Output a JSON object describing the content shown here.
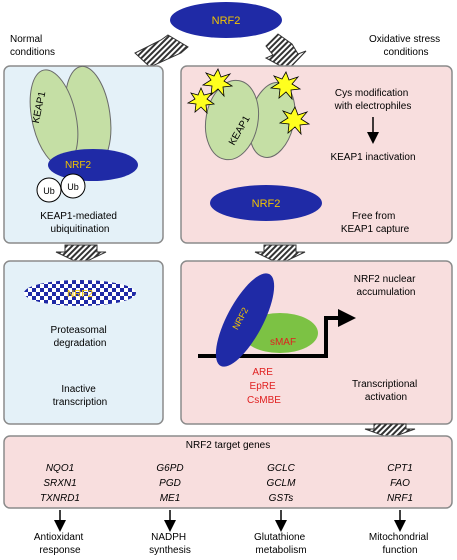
{
  "top": {
    "nrf2": "NRF2"
  },
  "left_panel": {
    "heading_line1": "Normal",
    "heading_line2": "conditions",
    "keap1": "KEAP1",
    "nrf2": "NRF2",
    "ub1": "Ub",
    "ub2": "Ub",
    "caption_line1": "KEAP1-mediated",
    "caption_line2": "ubiquitination"
  },
  "right_panel": {
    "heading_line1": "Oxidative stress",
    "heading_line2": "conditions",
    "keap1": "KEAP1",
    "cys_line1": "Cys modification",
    "cys_line2": "with electrophiles",
    "inactivation": "KEAP1 inactivation",
    "nrf2": "NRF2",
    "free_line1": "Free from",
    "free_line2": "KEAP1 capture"
  },
  "left_lower": {
    "nrf2": "NRF2",
    "proteasomal_line1": "Proteasomal",
    "proteasomal_line2": "degradation",
    "inactive_line1": "Inactive",
    "inactive_line2": "transcription"
  },
  "right_lower": {
    "accum_line1": "NRF2 nuclear",
    "accum_line2": "accumulation",
    "nrf2": "NRF2",
    "smaf": "sMAF",
    "are": "ARE",
    "epre": "EpRE",
    "csmbe": "CsMBE",
    "trans_line1": "Transcriptional",
    "trans_line2": "activation"
  },
  "targets": {
    "title": "NRF2 target genes",
    "columns": [
      {
        "genes": [
          "NQO1",
          "SRXN1",
          "TXNRD1"
        ],
        "outcome_line1": "Antioxidant",
        "outcome_line2": "response"
      },
      {
        "genes": [
          "G6PD",
          "PGD",
          "ME1"
        ],
        "outcome_line1": "NADPH",
        "outcome_line2": "synthesis"
      },
      {
        "genes": [
          "GCLC",
          "GCLM",
          "GSTs"
        ],
        "outcome_line1": "Glutathione",
        "outcome_line2": "metabolism"
      },
      {
        "genes": [
          "CPT1",
          "FAO",
          "NRF1"
        ],
        "outcome_line1": "Mitochondrial",
        "outcome_line2": "function"
      }
    ]
  },
  "colors": {
    "nrf2_blue": "#1f2aa6",
    "nrf2_text": "#f2c400",
    "keap1_green": "#c5dfa5",
    "smaf_green": "#7cc244",
    "normal_panel": "#e4f1f8",
    "stress_panel": "#f8dede",
    "panel_border": "#8b8b8b",
    "red_text": "#e02020",
    "star_yellow": "#ffff1e"
  }
}
